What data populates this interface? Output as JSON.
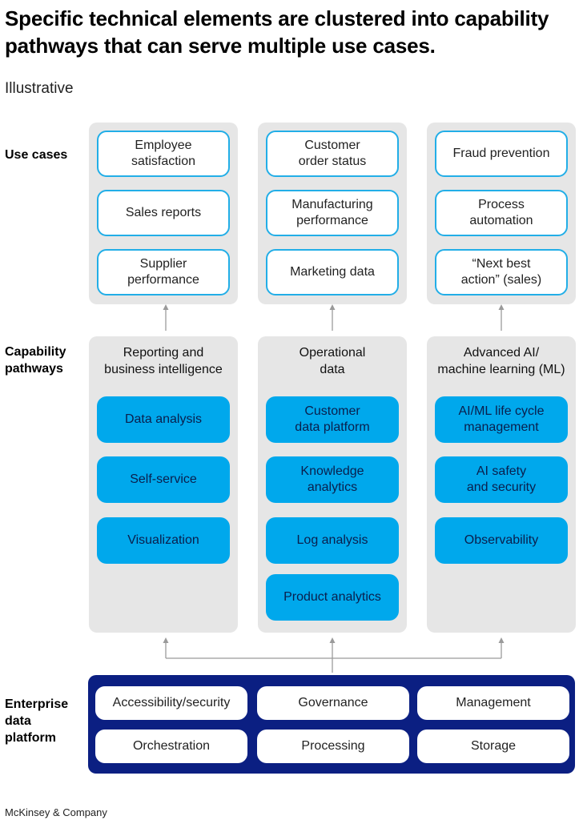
{
  "title": "Specific technical elements are clustered into capability pathways that can serve multiple use cases.",
  "subtitle": "Illustrative",
  "rows": {
    "use_cases": "Use cases",
    "capability": "Capability\npathways",
    "platform": "Enterprise\ndata\nplatform"
  },
  "use_cases": [
    [
      "Employee\nsatisfaction",
      "Sales reports",
      "Supplier\nperformance"
    ],
    [
      "Customer\norder status",
      "Manufacturing\nperformance",
      "Marketing data"
    ],
    [
      "Fraud prevention",
      "Process\nautomation",
      "“Next best\naction” (sales)"
    ]
  ],
  "pathways": [
    {
      "title": "Reporting and\nbusiness intelligence",
      "items": [
        "Data analysis",
        "Self-service",
        "Visualization"
      ]
    },
    {
      "title": "Operational\ndata",
      "items": [
        "Customer\ndata platform",
        "Knowledge\nanalytics",
        "Log analysis",
        "Product analytics"
      ]
    },
    {
      "title": "Advanced AI/\nmachine learning (ML)",
      "items": [
        "AI/ML life cycle\nmanagement",
        "AI safety\nand security",
        "Observability"
      ]
    }
  ],
  "platform": [
    [
      "Accessibility/security",
      "Governance",
      "Management"
    ],
    [
      "Orchestration",
      "Processing",
      "Storage"
    ]
  ],
  "footer": "McKinsey & Company",
  "colors": {
    "accent_blue": "#00a8ec",
    "platform_navy": "#0b1f82",
    "column_gray": "#e6e6e6"
  }
}
